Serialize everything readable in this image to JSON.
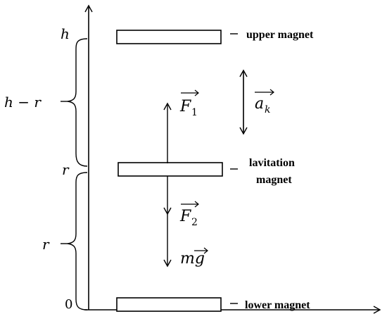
{
  "axis_labels": {
    "h": "h",
    "h_minus_r": "h − r",
    "r_upper": "r",
    "r_mid": "r",
    "zero": "0"
  },
  "magnets": {
    "upper": "upper magnet",
    "lavitation_line1": "lavitation",
    "lavitation_line2": "magnet",
    "lower": "lower magnet"
  },
  "vectors": {
    "f1": "F",
    "f1_sub": "1",
    "f2": "F",
    "f2_sub": "2",
    "ak": "a",
    "ak_sub": "k",
    "mg": "mg"
  },
  "colors": {
    "stroke": "#000000",
    "background": "#ffffff"
  }
}
